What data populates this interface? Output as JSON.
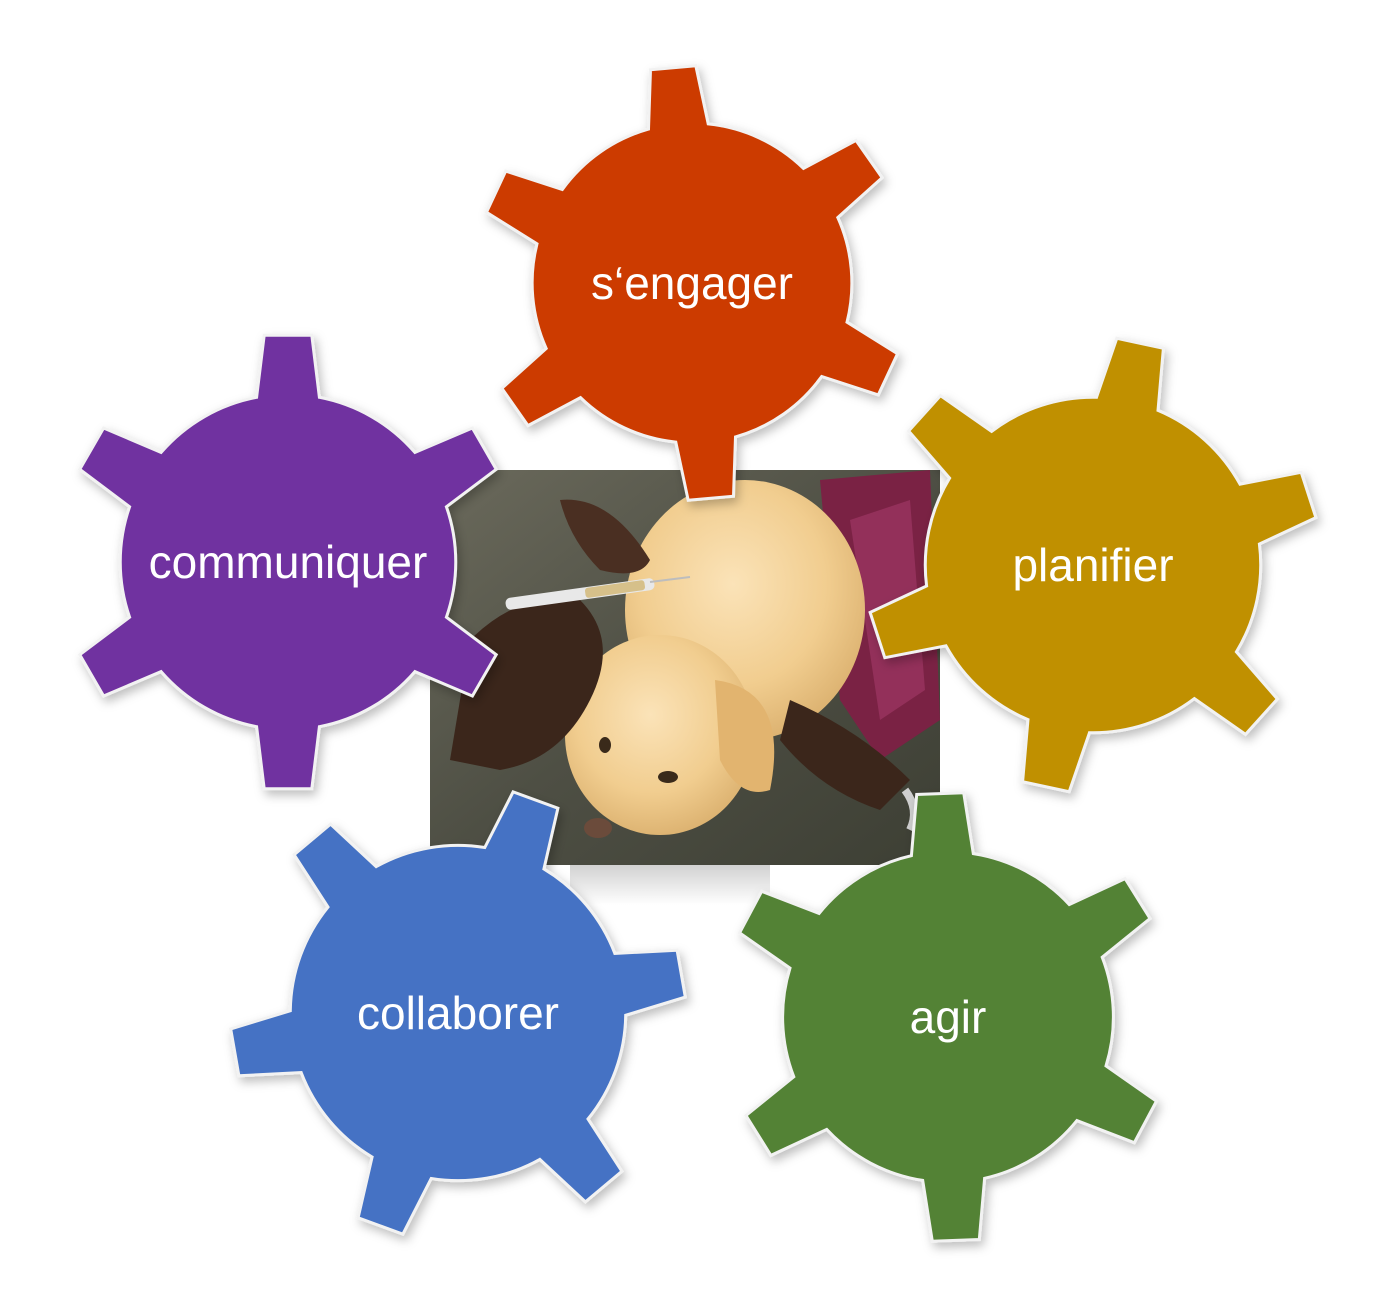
{
  "colors": {
    "engage": "#cc3a00",
    "plan": "#c09000",
    "act": "#538234",
    "collaborate": "#4472c4",
    "communicate": "#7030a0",
    "label": "#ffffff",
    "gear_stroke": "#f2f2f2"
  },
  "photo": {
    "description_icon": "puppy-vaccination-photo"
  },
  "gears": [
    {
      "key": "engage",
      "label": "s‘engager",
      "icon": "gear-icon"
    },
    {
      "key": "plan",
      "label": "planifier",
      "icon": "gear-icon"
    },
    {
      "key": "act",
      "label": "agir",
      "icon": "gear-icon"
    },
    {
      "key": "collaborate",
      "label": "collaborer",
      "icon": "gear-icon"
    },
    {
      "key": "communicate",
      "label": "communiquer",
      "icon": "gear-icon"
    }
  ]
}
